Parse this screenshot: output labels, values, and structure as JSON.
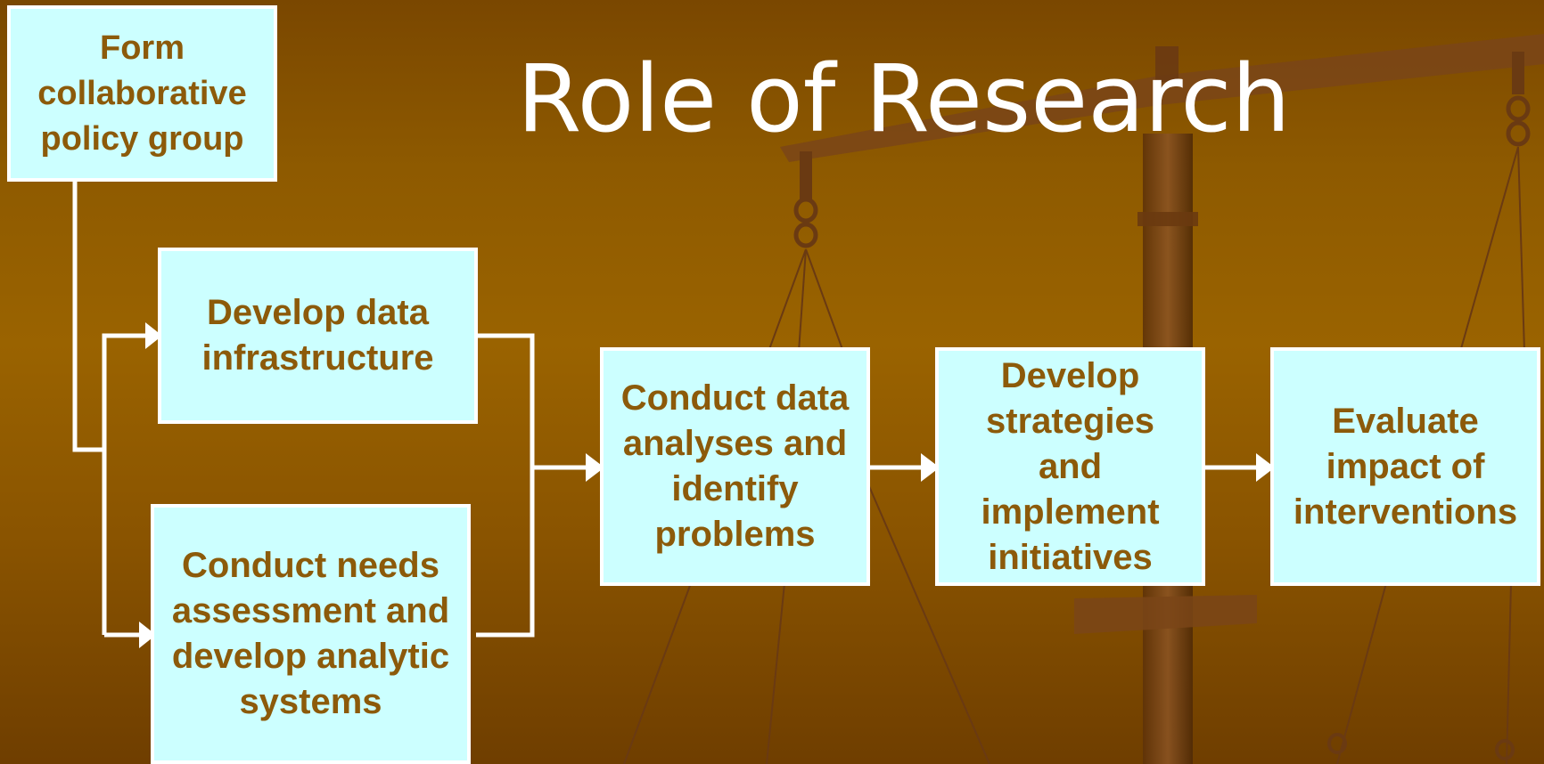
{
  "slide": {
    "title": "Role of Research"
  },
  "flowchart": {
    "nodes": {
      "policy_group": "Form collaborative policy group",
      "data_infrastructure": "Develop data infrastructure",
      "needs_assessment": "Conduct needs assessment and develop analytic systems",
      "analyses": "Conduct data analyses and identify problems",
      "strategies": "Develop strategies and implement initiatives",
      "evaluate": "Evaluate impact of interventions"
    }
  },
  "colors": {
    "background": "#9a6300",
    "box_fill": "#ccffff",
    "box_border": "#ffffff",
    "box_text": "#8c5a0a",
    "connector": "#ffffff"
  }
}
